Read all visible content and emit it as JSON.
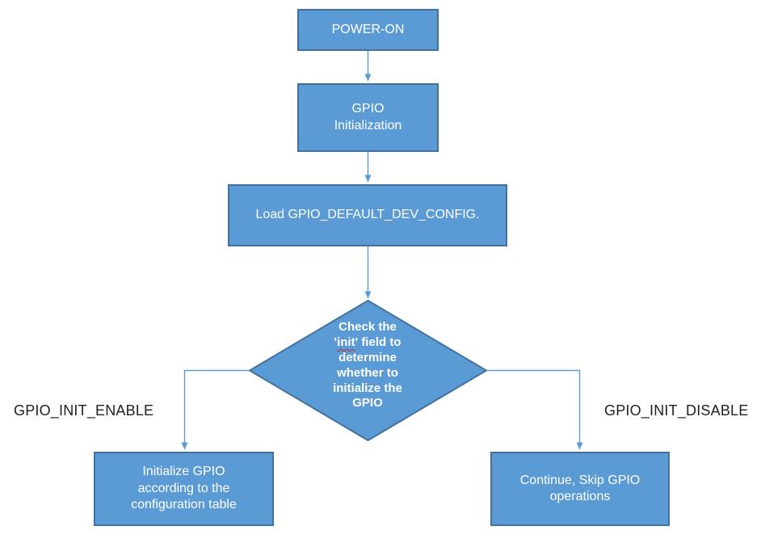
{
  "colors": {
    "shape_fill": "#5b9bd5",
    "shape_border": "#41719c",
    "connector": "#5b9bd5",
    "shape_text": "#ffffff",
    "label_text": "#1f1f1f",
    "spellcheck": "#c22121",
    "canvas_bg": "#ffffff"
  },
  "nodes": {
    "power_on": {
      "label": "POWER-ON"
    },
    "gpio_initialization": {
      "label": "GPIO\nInitialization"
    },
    "load_config": {
      "label": "Load GPIO_DEFAULT_DEV_CONFIG."
    },
    "decision": {
      "text_before": "Check the '",
      "text_misspelled": "init",
      "text_after": "' field to determine whether to initialize the GPIO"
    },
    "initialize_gpio": {
      "label": "Initialize GPIO\naccording to the\nconfiguration table"
    },
    "skip_gpio": {
      "label": "Continue, Skip GPIO\noperations"
    }
  },
  "branch_labels": {
    "enable": "GPIO_INIT_ENABLE",
    "disable": "GPIO_INIT_DISABLE"
  }
}
